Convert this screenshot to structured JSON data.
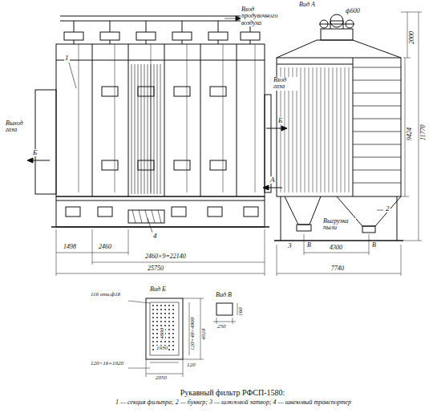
{
  "diagram": {
    "caption": "Рукавный фильтр РФСП-1580:",
    "labels": [
      "Вход продувочного воздуха",
      "Вид А",
      "ф600",
      "Вход газа",
      "Б",
      "А",
      "Выход газа",
      "Б",
      "1",
      "4",
      "1498",
      "2460",
      "2460×9=22140",
      "25750",
      "2000",
      "11770",
      "9424",
      "2",
      "3",
      "В",
      "Выгрузка пыли",
      "В",
      "4300",
      "7740",
      "Вид Б",
      "116 отв.ф18",
      "4800",
      "120×40=4800",
      "4920",
      "1930",
      "120×16=1920",
      "120",
      "2050",
      "Вид В",
      "250",
      "160",
      "1 — секция фильтра; 2 — бункер; 3 — шлюзовой затвор; 4 — шнековый транспортер"
    ]
  }
}
